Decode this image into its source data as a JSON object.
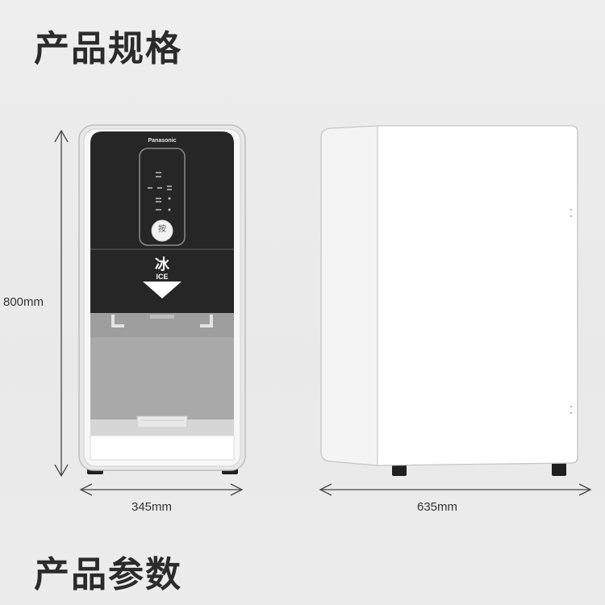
{
  "sections": {
    "specs_title": "产品规格",
    "params_title": "产品参数"
  },
  "dimensions": {
    "height": "800mm",
    "width": "345mm",
    "depth": "635mm"
  },
  "machine": {
    "brand": "Panasonic",
    "ice_cn": "冰",
    "ice_en": "ICE",
    "button_char": "按"
  }
}
